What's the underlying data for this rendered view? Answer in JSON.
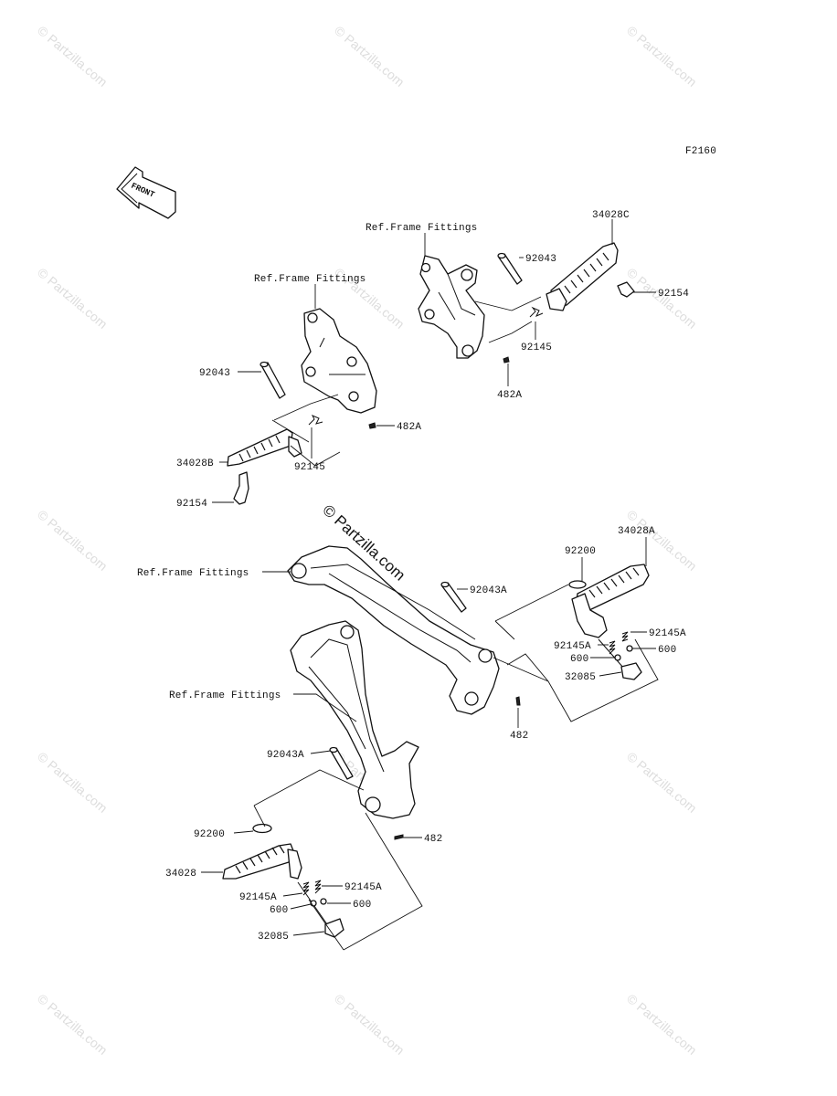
{
  "figure_code": "F2160",
  "front_arrow_label": "FRONT",
  "copyright_watermark": "© Partzilla.com",
  "background_watermark": "© Partzilla.com",
  "callouts": {
    "ref_frame_1": "Ref.Frame Fittings",
    "ref_frame_2": "Ref.Frame Fittings",
    "ref_frame_3": "Ref.Frame Fittings",
    "ref_frame_4": "Ref.Frame Fittings",
    "p34028C": "34028C",
    "p92043_top": "92043",
    "p92154_top": "92154",
    "p92145_top": "92145",
    "p482A_top": "482A",
    "p92043_left": "92043",
    "p482A_left": "482A",
    "p34028B": "34028B",
    "p92145_left": "92145",
    "p92154_left": "92154",
    "p34028A": "34028A",
    "p92200_right": "92200",
    "p92043A_right": "92043A",
    "p92145A_r1": "92145A",
    "p92145A_r2": "92145A",
    "p600_r1": "600",
    "p600_r2": "600",
    "p32085_right": "32085",
    "p482_right": "482",
    "p92043A_left": "92043A",
    "p92200_left": "92200",
    "p482_left": "482",
    "p34028": "34028",
    "p92145A_l1": "92145A",
    "p92145A_l2": "92145A",
    "p600_l1": "600",
    "p600_l2": "600",
    "p32085_left": "32085"
  }
}
